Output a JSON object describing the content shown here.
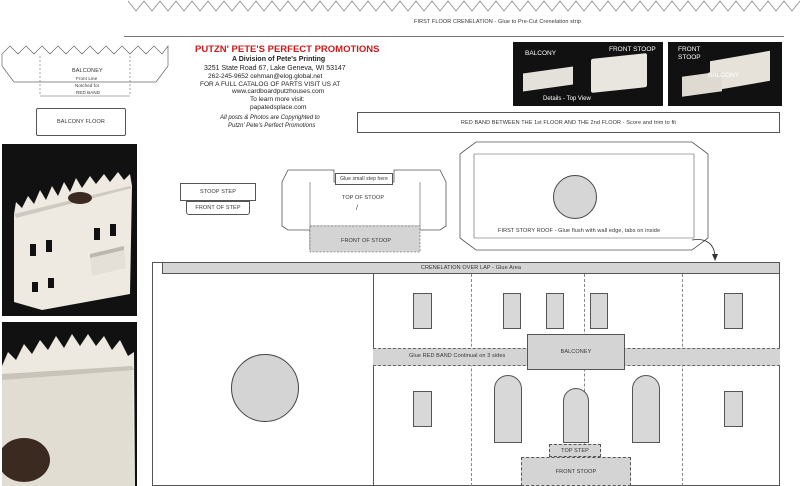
{
  "header": {
    "crenelation_label": "FIRST FLOOR CRENELATION - Glue to Pre-Cut Crenelation strip"
  },
  "company": {
    "name": "PUTZN' PETE'S PERFECT PROMOTIONS",
    "division": "A Division of Pete's Printing",
    "address": "3251 State Road 67, Lake Geneva, WI 53147",
    "contact": "262-245-9652    cehman@elog.global.net",
    "catalog": "FOR A FULL CATALOG OF PARTS VISIT US AT",
    "site1": "www.cardboardputzhouses.com",
    "learn": "To learn more visit:",
    "site2": "papatedsplace.com",
    "copyright1": "All posts & Photos are Copyrighted to",
    "copyright2": "Putzn' Pete's Perfect Promotions"
  },
  "balcony_piece": {
    "label": "BALCONEY",
    "front": "Front Line",
    "notched": "Notched for",
    "red_band": "RED BAND"
  },
  "balcony_floor": {
    "label": "BALCONY FLOOR"
  },
  "photos": {
    "top_left": {
      "balcony": "BALCONY",
      "front_stoop": "FRONT STOOP",
      "caption": "Details - Top View"
    },
    "top_right": {
      "front": "FRONT",
      "stoop": "STOOP",
      "balcony": "BALCONY"
    }
  },
  "red_band_strip": {
    "label": "RED BAND BETWEEN THE 1st FLOOR AND THE 2nd FLOOR - Score and trim to fit"
  },
  "stoop_step": {
    "top": "STOOP STEP",
    "front": "FRONT OF STEP"
  },
  "stoop": {
    "glue_tab": "Glue small step here",
    "top": "TOP OF STOOP",
    "slash": "/",
    "front": "FRONT OF STOOP"
  },
  "roof": {
    "label": "FIRST STORY ROOF - Glue flush with wall edge, tabs on inside"
  },
  "wall": {
    "overlap_label": "CRENELATION OVER LAP - Glue Area",
    "red_band_label": "Glue RED BAND Continual on 3 sides",
    "balcony_label": "BALCONEY",
    "top_step_label": "TOP STEP",
    "front_stoop_label": "FRONT STOOP"
  },
  "colors": {
    "line": "#555555",
    "fill_gray": "#d4d4d4",
    "brand_red": "#cc1a1a"
  }
}
